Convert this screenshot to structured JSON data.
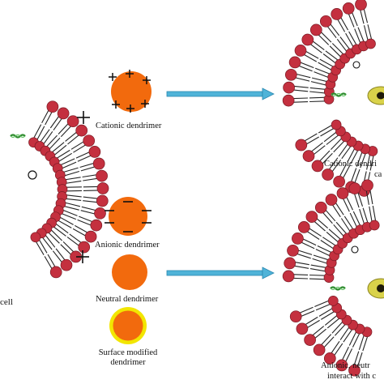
{
  "labels": {
    "cationic": "Cationic dendrimer",
    "anionic": "Anionic dendrimer",
    "neutral": "Neutral dendrimer",
    "surface_line1": "Surface modified",
    "surface_line2": "dendrimer",
    "cell": "cell",
    "result_top_line1": "Cationic dendri",
    "result_top_line2": "ca",
    "result_bottom_line1": "Anionic, neutr",
    "result_bottom_line2": "interact with c"
  },
  "colors": {
    "lipid_head": "#c4303f",
    "lipid_head_stroke": "#7a1a24",
    "tail": "#222222",
    "dendrimer": "#f26a0d",
    "dendrimer_halo": "#f2e600",
    "arrow": "#4fb3d8",
    "arrow_stroke": "#2b88b0",
    "nucleus_outer": "#d9d24a",
    "nucleus_inner": "#1e1a0a",
    "dna": "#2e8b2e"
  },
  "charges": {
    "plus": "+",
    "minus": "−"
  },
  "icons": [
    "plus-charge-icon",
    "minus-charge-icon",
    "arrow-right-icon",
    "dna-strand-icon",
    "nucleus-icon",
    "vesicle-icon"
  ]
}
